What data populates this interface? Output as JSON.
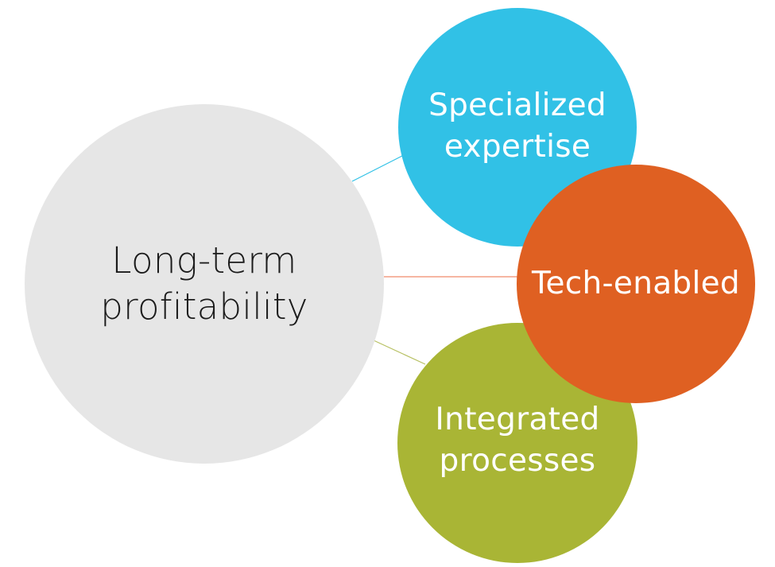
{
  "diagram": {
    "hub": {
      "lines": [
        "Long-term",
        "profitability"
      ],
      "color": "#e6e6e6"
    },
    "nodes": [
      {
        "lines": [
          "Specialized",
          "expertise"
        ],
        "color": "#31c1e6",
        "connector_color": "#31c1e6"
      },
      {
        "lines": [
          "Tech-enabled"
        ],
        "color": "#df6022",
        "connector_color": "#f08a6a"
      },
      {
        "lines": [
          "Integrated",
          "processes"
        ],
        "color": "#a9b535",
        "connector_color": "#b7c062"
      }
    ]
  }
}
